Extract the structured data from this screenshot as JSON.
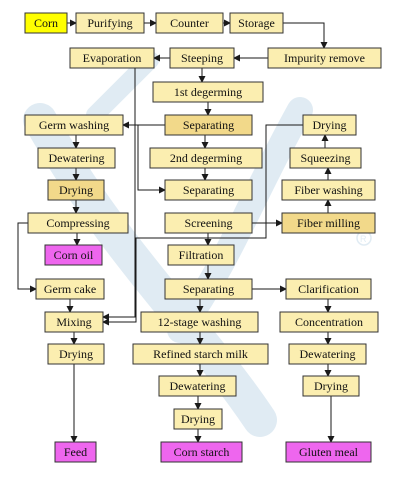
{
  "colors": {
    "process_fill": "#fbeeb0",
    "process_fill_dark": "#f2d98a",
    "start_fill": "#ffff00",
    "product_fill": "#ee66ee",
    "stroke": "#333333",
    "line": "#1a1a1a",
    "watermark": "#c7dcea"
  },
  "nodes": {
    "corn": "Corn",
    "purifying": "Purifying",
    "counter": "Counter",
    "storage": "Storage",
    "impurity_remove": "Impurity remove",
    "steeping": "Steeping",
    "evaporation": "Evaporation",
    "first_degerming": "1st degerming",
    "germ_washing": "Germ washing",
    "separating_1": "Separating",
    "dewatering_germ": "Dewatering",
    "second_degerming": "2nd degerming",
    "drying_germ": "Drying",
    "separating_2": "Separating",
    "drying_fiber": "Drying",
    "squeezing": "Squeezing",
    "fiber_washing": "Fiber washing",
    "compressing": "Compressing",
    "screening": "Screening",
    "fiber_milling": "Fiber milling",
    "corn_oil": "Corn oil",
    "filtration": "Filtration",
    "germ_cake": "Germ cake",
    "separating_3": "Separating",
    "clarification": "Clarification",
    "mixing": "Mixing",
    "stage_washing": "12-stage washing",
    "concentration": "Concentration",
    "drying_feed": "Drying",
    "refined_starch_milk": "Refined starch milk",
    "dewatering_gluten": "Dewatering",
    "dewatering_starch": "Dewatering",
    "drying_gluten": "Drying",
    "drying_starch": "Drying",
    "feed": "Feed",
    "corn_starch": "Corn starch",
    "gluten_meal": "Gluten meal"
  }
}
